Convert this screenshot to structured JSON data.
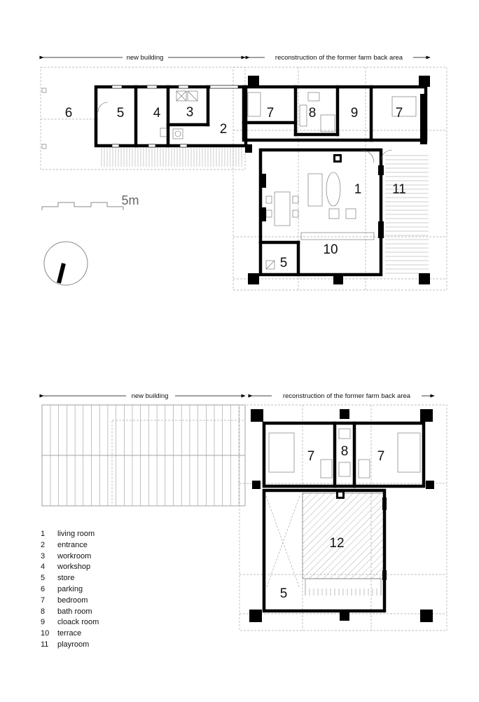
{
  "ground_floor": {
    "section_left": "new building",
    "section_right": "reconstruction of the former farm back area",
    "scale_label": "5m",
    "rooms": [
      {
        "id": "room-6",
        "n": "6"
      },
      {
        "id": "room-5a",
        "n": "5"
      },
      {
        "id": "room-4",
        "n": "4"
      },
      {
        "id": "room-3",
        "n": "3"
      },
      {
        "id": "room-2",
        "n": "2"
      },
      {
        "id": "room-7a",
        "n": "7"
      },
      {
        "id": "room-8",
        "n": "8"
      },
      {
        "id": "room-9",
        "n": "9"
      },
      {
        "id": "room-7b",
        "n": "7"
      },
      {
        "id": "room-1",
        "n": "1"
      },
      {
        "id": "room-11",
        "n": "11"
      },
      {
        "id": "room-10",
        "n": "10"
      },
      {
        "id": "room-5b",
        "n": "5"
      }
    ]
  },
  "upper_floor": {
    "section_left": "new building",
    "section_right": "reconstruction of the former farm back area",
    "rooms": [
      {
        "id": "room-7c",
        "n": "7"
      },
      {
        "id": "room-8b",
        "n": "8"
      },
      {
        "id": "room-7d",
        "n": "7"
      },
      {
        "id": "room-12",
        "n": "12"
      },
      {
        "id": "room-5c",
        "n": "5"
      }
    ]
  },
  "legend": [
    {
      "n": "1",
      "label": "living room"
    },
    {
      "n": "2",
      "label": "entrance"
    },
    {
      "n": "3",
      "label": "workroom"
    },
    {
      "n": "4",
      "label": "workshop"
    },
    {
      "n": "5",
      "label": "store"
    },
    {
      "n": "6",
      "label": "parking"
    },
    {
      "n": "7",
      "label": "bedroom"
    },
    {
      "n": "8",
      "label": "bath room"
    },
    {
      "n": "9",
      "label": "cloack room"
    },
    {
      "n": "10",
      "label": "terrace"
    },
    {
      "n": "11",
      "label": "playroom"
    }
  ]
}
